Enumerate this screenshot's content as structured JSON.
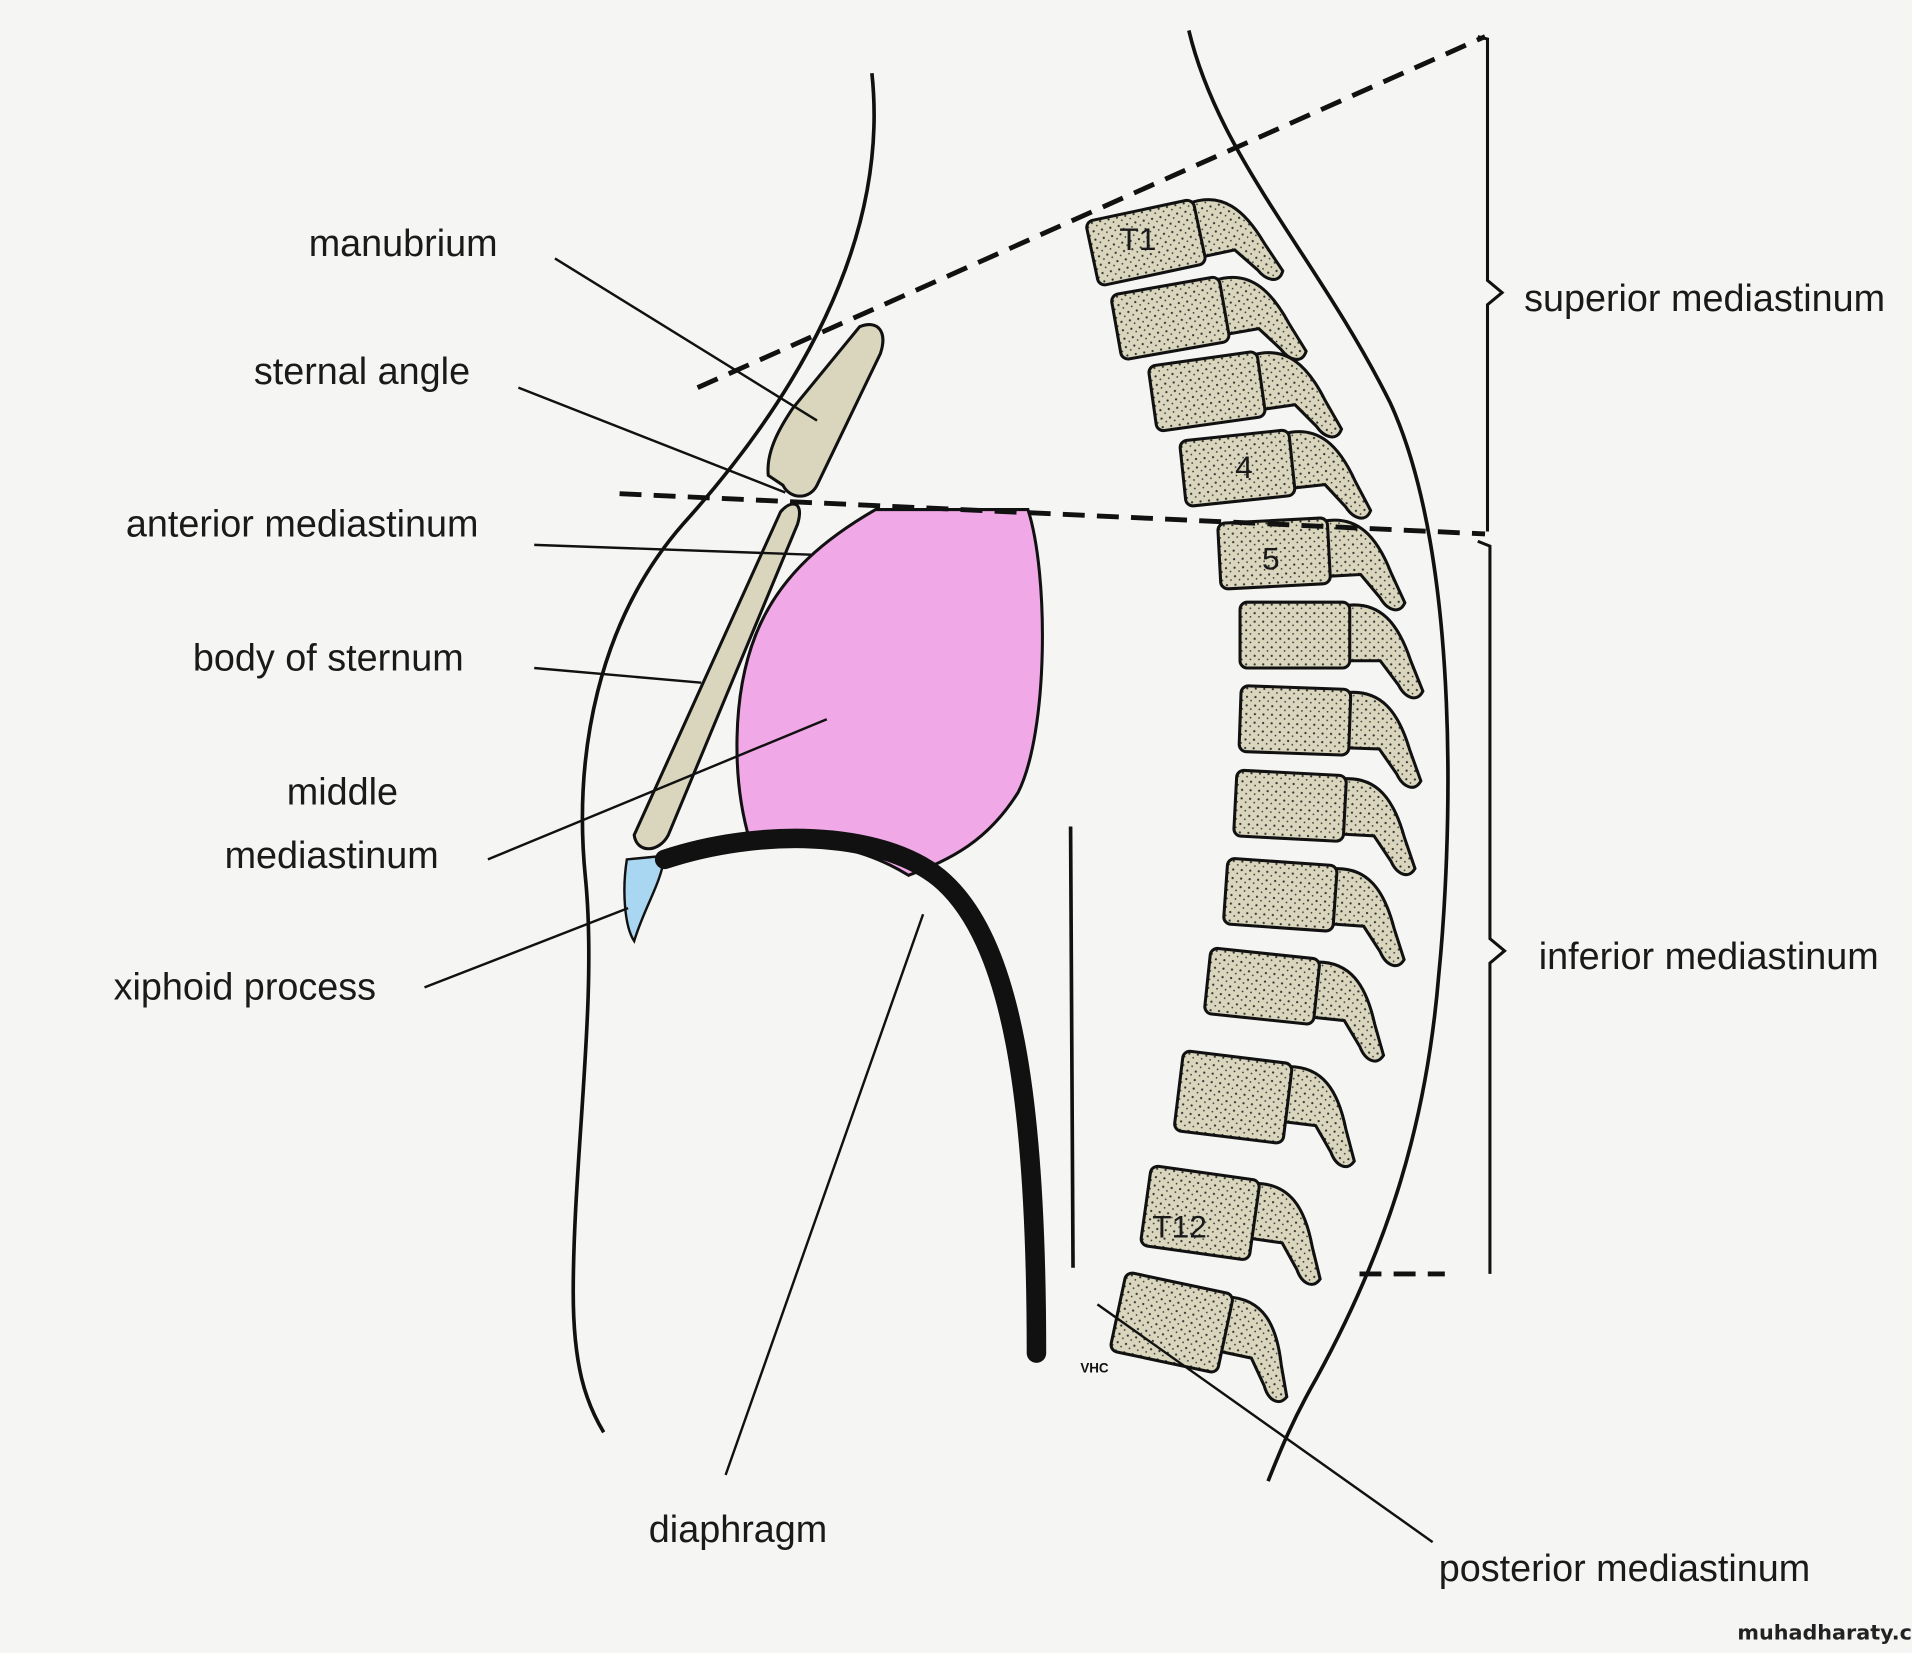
{
  "labels": {
    "manubrium": "manubrium",
    "sternal_angle": "sternal angle",
    "anterior_mediastinum": "anterior mediastinum",
    "body_of_sternum": "body of sternum",
    "middle_line1": "middle",
    "middle_line2": "mediastinum",
    "xiphoid_process": "xiphoid process",
    "diaphragm": "diaphragm",
    "superior_mediastinum": "superior mediastinum",
    "inferior_mediastinum": "inferior mediastinum",
    "posterior_mediastinum": "posterior mediastinum"
  },
  "vertebra_labels": {
    "t1": "T1",
    "v4": "4",
    "v5": "5",
    "t12": "T12"
  },
  "artist_initials": "VHC",
  "watermark": "muhadharaty.com",
  "colors": {
    "bone": "#d9d6bd",
    "middle_mediastinum": "#f0a8e6",
    "xiphoid": "#a9d6f0",
    "line": "#111111"
  }
}
